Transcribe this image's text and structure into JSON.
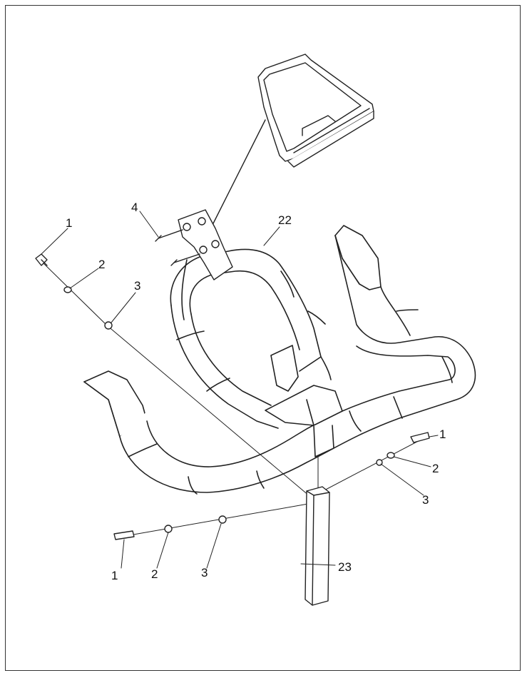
{
  "diagram": {
    "callouts": {
      "bolt_upper_left": "1",
      "washer_upper_left": "2",
      "spacer_upper_left": "3",
      "screw_tablet_mount": "4",
      "handlebar": "22",
      "bolt_right": "1",
      "washer_right": "2",
      "spacer_right": "3",
      "bolt_lower_left": "1",
      "washer_lower_left": "2",
      "spacer_lower_left": "3",
      "handlebar_post": "23"
    },
    "colors": {
      "line": "#222222",
      "fill": "#ffffff",
      "frame": "#333333"
    }
  }
}
